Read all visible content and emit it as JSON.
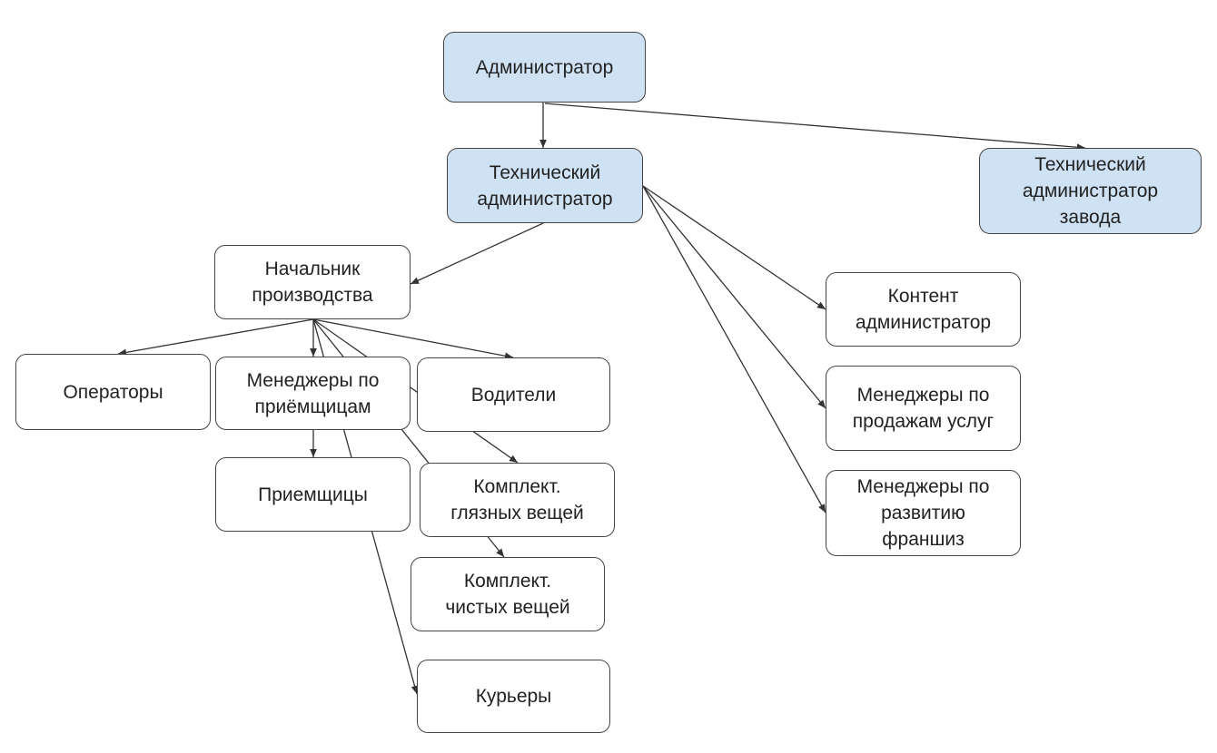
{
  "colors": {
    "highlight_fill": "#cfe2f3",
    "default_fill": "#ffffff",
    "stroke": "#444444"
  },
  "nodes": {
    "admin": {
      "label": "Администратор",
      "highlighted": true
    },
    "tech_admin": {
      "label": "Технический администратор",
      "highlighted": true
    },
    "plant_tech_admin": {
      "label": "Технический администратор завода",
      "highlighted": true
    },
    "production_head": {
      "label": "Начальник производства"
    },
    "operators": {
      "label": "Операторы"
    },
    "receiver_managers": {
      "label": "Менеджеры по приёмщицам"
    },
    "drivers": {
      "label": "Водители"
    },
    "receivers": {
      "label": "Приемщицы"
    },
    "dirty_packers": {
      "label": "Комплект. глязных вещей"
    },
    "clean_packers": {
      "label": "Комплект. чистых вещей"
    },
    "couriers": {
      "label": "Курьеры"
    },
    "content_admin": {
      "label": "Контент администратор"
    },
    "sales_managers": {
      "label": "Менеджеры по продажам услуг"
    },
    "franchise_managers": {
      "label": "Менеджеры по развитию франшиз"
    }
  },
  "edges": [
    [
      "admin",
      "tech_admin"
    ],
    [
      "admin",
      "plant_tech_admin"
    ],
    [
      "tech_admin",
      "production_head"
    ],
    [
      "tech_admin",
      "content_admin"
    ],
    [
      "tech_admin",
      "sales_managers"
    ],
    [
      "tech_admin",
      "franchise_managers"
    ],
    [
      "production_head",
      "operators"
    ],
    [
      "production_head",
      "receiver_managers"
    ],
    [
      "production_head",
      "drivers"
    ],
    [
      "production_head",
      "dirty_packers"
    ],
    [
      "production_head",
      "clean_packers"
    ],
    [
      "production_head",
      "couriers"
    ],
    [
      "receiver_managers",
      "receivers"
    ]
  ]
}
